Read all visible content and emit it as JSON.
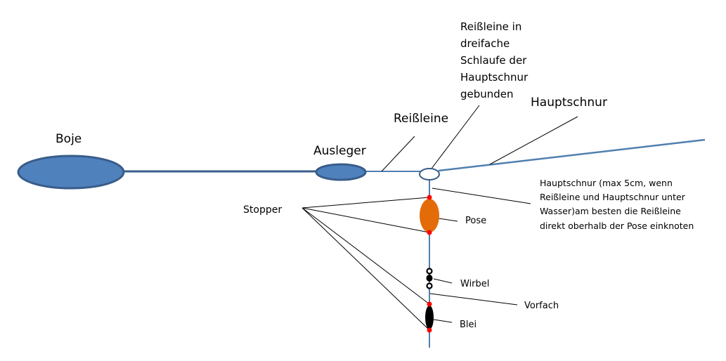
{
  "colors": {
    "line": "#4f7fb0",
    "fill_blue": "#4f81bd",
    "stroke_blue": "#385d8a",
    "pose": "#e36c09",
    "stopper": "#ff0000",
    "black": "#000000"
  },
  "labels": {
    "boje": "Boje",
    "ausleger": "Ausleger",
    "reissleine": "Reißleine",
    "hauptschnur": "Hauptschnur",
    "schlaufe": [
      "Reißleine in",
      "dreifache",
      "Schlaufe der",
      "Hauptschnur",
      "gebunden"
    ],
    "note": [
      "Hauptschnur (max 5cm, wenn",
      "Reißleine und Hauptschnur unter",
      "Wasser)am besten die Reißleine",
      "direkt oberhalb der Pose einknoten"
    ],
    "stopper": "Stopper",
    "pose": "Pose",
    "wirbel": "Wirbel",
    "vorfach": "Vorfach",
    "blei": "Blei"
  }
}
